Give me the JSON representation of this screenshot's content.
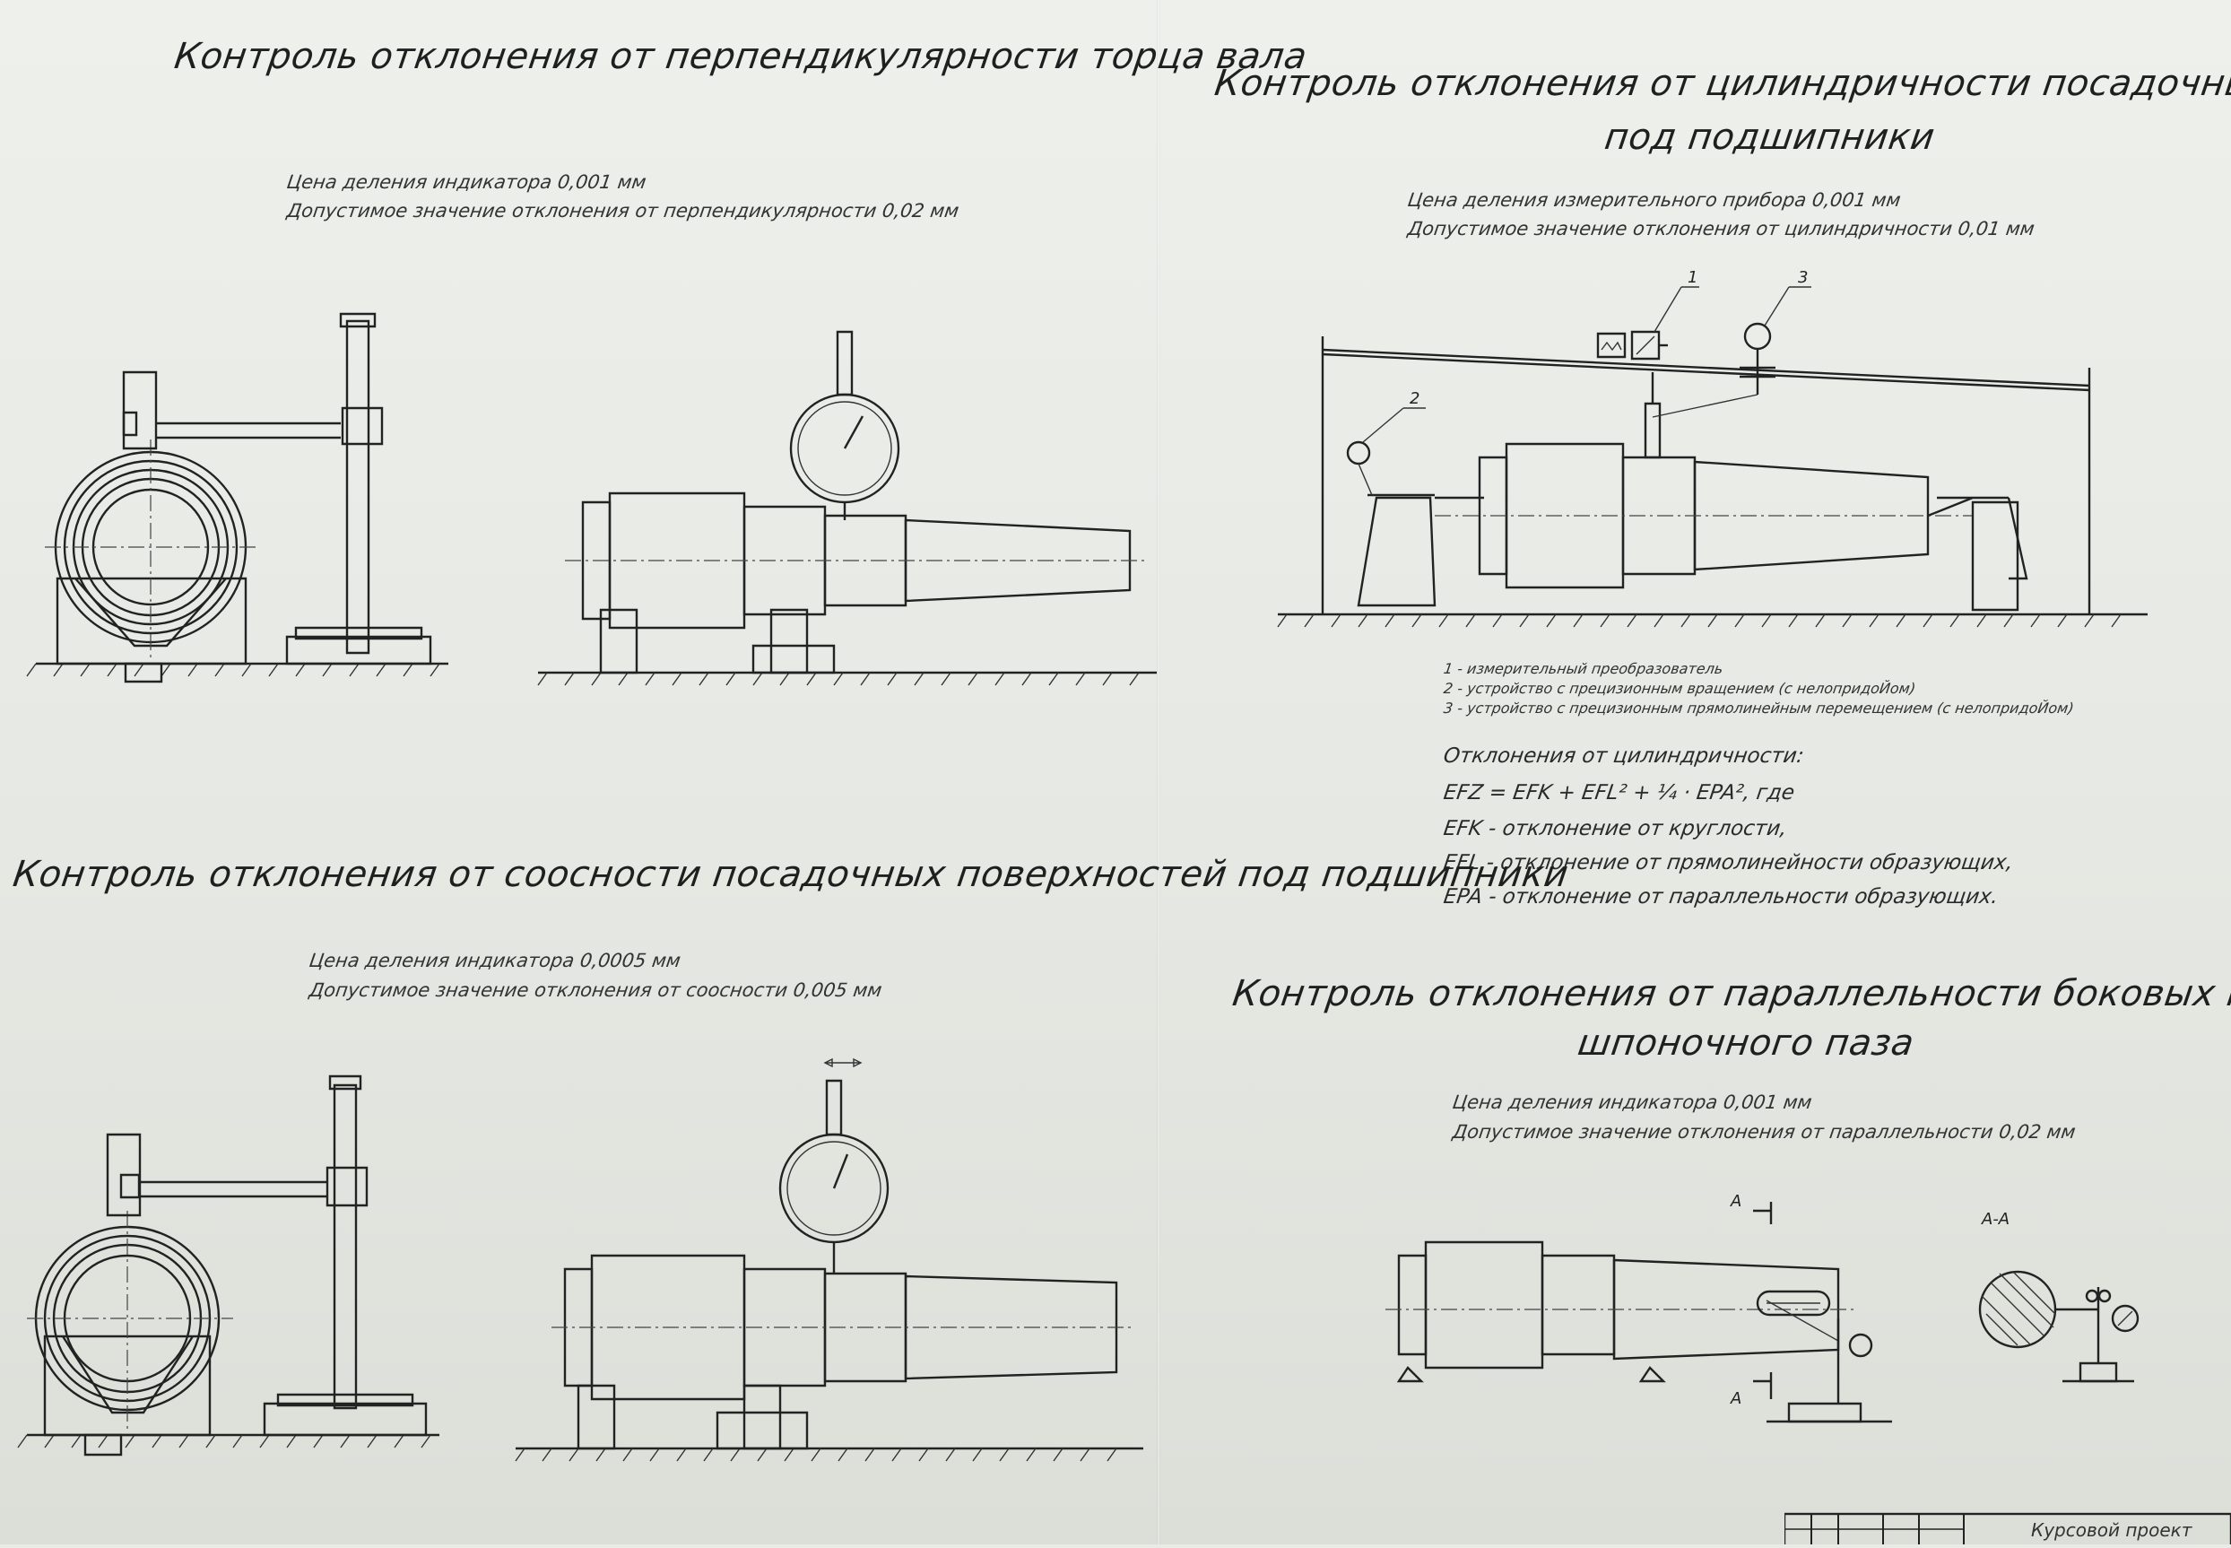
{
  "sections": {
    "perp": {
      "title": "Контроль отклонения от перпендикулярности торца вала",
      "line1": "Цена деления индикатора 0,001 мм",
      "line2": "Допустимое значение отклонения от перпендикулярности 0,02 мм"
    },
    "cyl": {
      "title_line1": "Контроль отклонения от цилиндричности посадочных поверхностей",
      "title_line2": "под подшипники",
      "line1": "Цена деления измерительного прибора 0,001 мм",
      "line2": "Допустимое значение отклонения от цилиндричности 0,01 мм",
      "legend": [
        "1 - измерительный преобразователь",
        "2 - устройство с прецизионным вращением (с нелопридоЙом)",
        "3 - устройство с прецизионным прямолинейным перемещением (с нелопридоЙом)"
      ],
      "callouts": [
        "1",
        "2",
        "3"
      ],
      "formula_heading": "Отклонения от цилиндричности:",
      "formula": "EFZ = EFK + EFL² + ¹⁄₄ · EPA², где",
      "def1": "EFK - отклонение от круглости,",
      "def2": "EFL - отклонение от прямолинейности образующих,",
      "def3": "EPA - отклонение от параллельности образующих."
    },
    "coax": {
      "title": "Контроль отклонения от соосности посадочных поверхностей под подшипники",
      "line1": "Цена деления индикатора 0,0005 мм",
      "line2": "Допустимое значение отклонения от соосности 0,005 мм"
    },
    "par": {
      "title_line1": "Контроль отклонения от параллельности боковых поверхностей",
      "title_line2": "шпоночного паза",
      "line1": "Цена деления индикатора 0,001 мм",
      "line2": "Допустимое значение отклонения от параллельности 0,02 мм",
      "section_mark": "А",
      "section_label": "А-А"
    }
  },
  "stamp": {
    "text": "Курсовой проект"
  }
}
